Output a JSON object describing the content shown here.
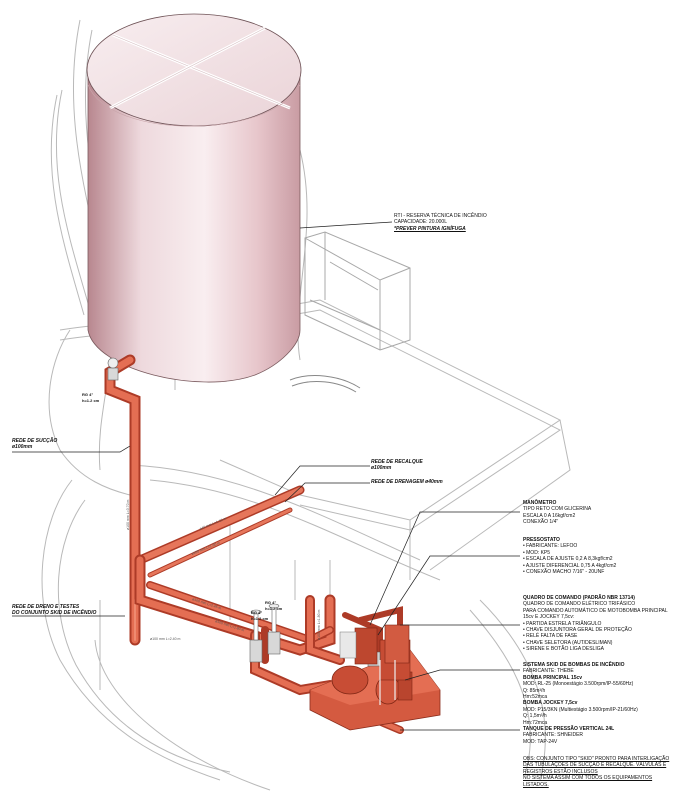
{
  "reservoir": {
    "title": "RTI - RESERVA TÉCNICA DE INCÊNDIO",
    "capacity": "CAPACIDADE: 20.000L",
    "note": "*PREVER PINTURA IGNÍFUGA"
  },
  "valve_top": {
    "line1": "RG 4\"",
    "line2": "h=1.2 cm"
  },
  "valve_a": {
    "line1": "RG 4\"",
    "line2": "h=1.2 cm"
  },
  "valve_b": {
    "line1": "RG 4\"",
    "line2": "h=1.2 cm"
  },
  "suction": {
    "title": "REDE DE SUCÇÃO",
    "size": "ø100mm"
  },
  "recalque": {
    "title": "REDE DE RECALQUE",
    "size": "ø100mm"
  },
  "drenagem": {
    "title": "REDE DE DRENAGEM ø40mm"
  },
  "drain_test": {
    "line1": "REDE DE DRENO E TESTES",
    "line2": "DO CONJUNTO SKID DE INCÊNDIO"
  },
  "pipe_dims": [
    "ø100 mm L=3.70 m",
    "ø100 mm L=1.60 m",
    "ø100 mm L=2.40 m",
    "ø100 mm L=1.80 m",
    "ø100 mm L=2.45 m",
    "ø100 mm L=1.80 m",
    "ø40 mm L=1.10 m"
  ],
  "manometro": {
    "title": "MANÔMETRO",
    "lines": [
      "TIPO RETO COM GLICERINA",
      "ESCALA 0 A 16kgf/cm2",
      "CONEXÃO 1/4\""
    ]
  },
  "pressostato": {
    "title": "PRESSOSTATO",
    "items": [
      "FABRICANTE: LEFOO",
      "MOD: KP5",
      "ESCALA DE AJUSTE 0,2 A 8,3kgf/cm2",
      "AJUSTE DIFERENCIAL 0,75 A 4kgf/cm2",
      "CONEXÃO MACHO 7/16\" - 20UNF"
    ]
  },
  "quadro": {
    "title": "QUADRO DE COMANDO (PADRÃO NBR 13714)",
    "lines": [
      "QUADRO DE COMANDO ELÉTRICO TRIFÁSICO",
      "PARA COMANDO AUTOMÁTICO DE MOTOBOMBA PRINCIPAL",
      "15cv E JOCKEY 7,5cv:"
    ],
    "items": [
      "PARTIDA ESTRELA TRIÂNGULO",
      "CHAVE DISJUNTORA GERAL DE PROTEÇÃO",
      "RELÉ FALTA DE FASE",
      "CHAVE SELETORA (AUT/DESLIMAN)",
      "SIRENE E BOTÃO LIGA DESLIGA"
    ]
  },
  "skid": {
    "title": "SISTEMA SKID DE BOMBAS DE INCÊNDIO",
    "maker": "FABRICANTE: THEBE",
    "principal_title": "BOMBA PRINCIPAL 15cv",
    "principal_lines": [
      "MOD: RL-25 (Monoestágio 3.500rpm/IP-55/60Hz)",
      "Q: 85m³/h",
      "Hm:52mca"
    ],
    "jockey_title": "BOMBA JOCKEY 7,5cv",
    "jockey_lines": [
      "MOD: P15/3KN (Multiestágio 3.500rpm/IP-21/60Hz)",
      "Q: 1,5m³/h",
      "Hm:72mca"
    ],
    "tank_title": "TANQUE DE PRESSÃO VERTICAL 24L",
    "tank_lines": [
      "FABRICANTE: SHNEIDER",
      "MOD: TAP-24V"
    ]
  },
  "obs": [
    "OBS: CONJUNTO TIPO \"SKID\" PRONTO PARA INTERLIGAÇÃO",
    "DAS TUBULAÇÕES DE SUCÇÃO E RECALQUE. VÁLVULAS E",
    "REGISTROS ESTÃO INCLUSOS",
    "NO SISTEMA ASSIM COM TODOS OS EQUIPAMENTOS",
    "LISTADOS."
  ]
}
